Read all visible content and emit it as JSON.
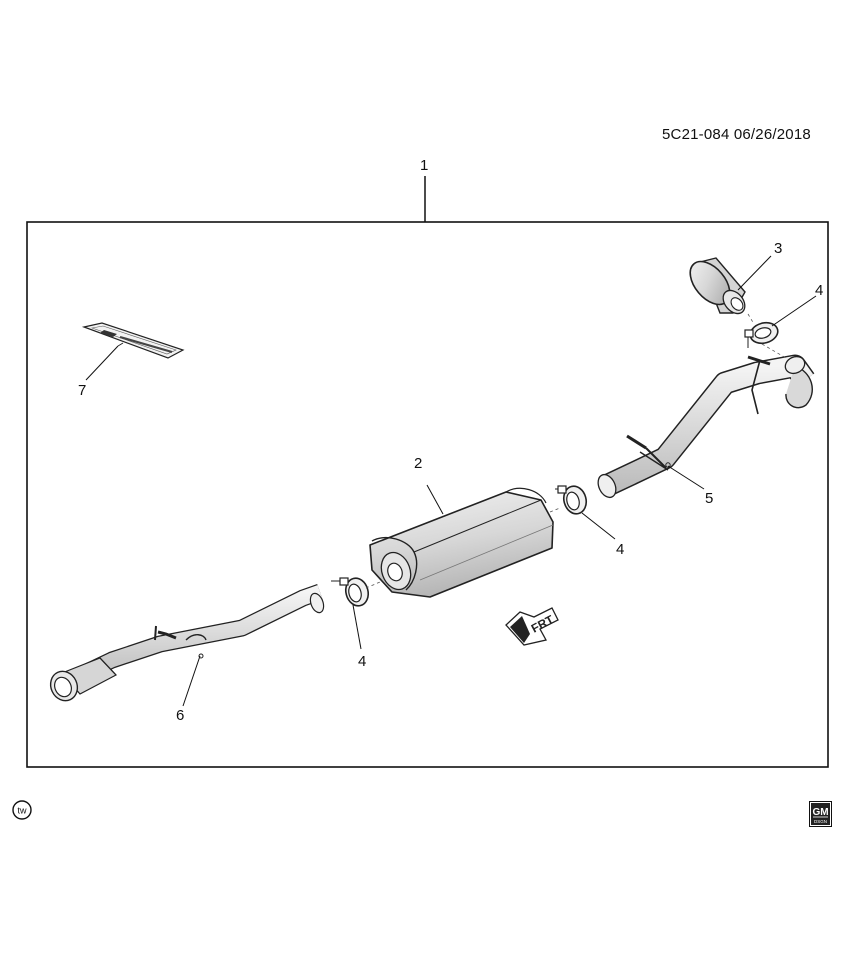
{
  "reference": "5C21-084  06/26/2018",
  "callouts": {
    "c1": "1",
    "c2": "2",
    "c3": "3",
    "c4a": "4",
    "c4b": "4",
    "c4c": "4",
    "c5": "5",
    "c6": "6",
    "c7": "7"
  },
  "direction_label": "FRT",
  "brand": {
    "gm_logo": "GM",
    "gm_sub": "DSGN"
  },
  "icons": [
    "tw-badge-icon",
    "gm-logo-icon",
    "front-direction-arrow-icon"
  ]
}
